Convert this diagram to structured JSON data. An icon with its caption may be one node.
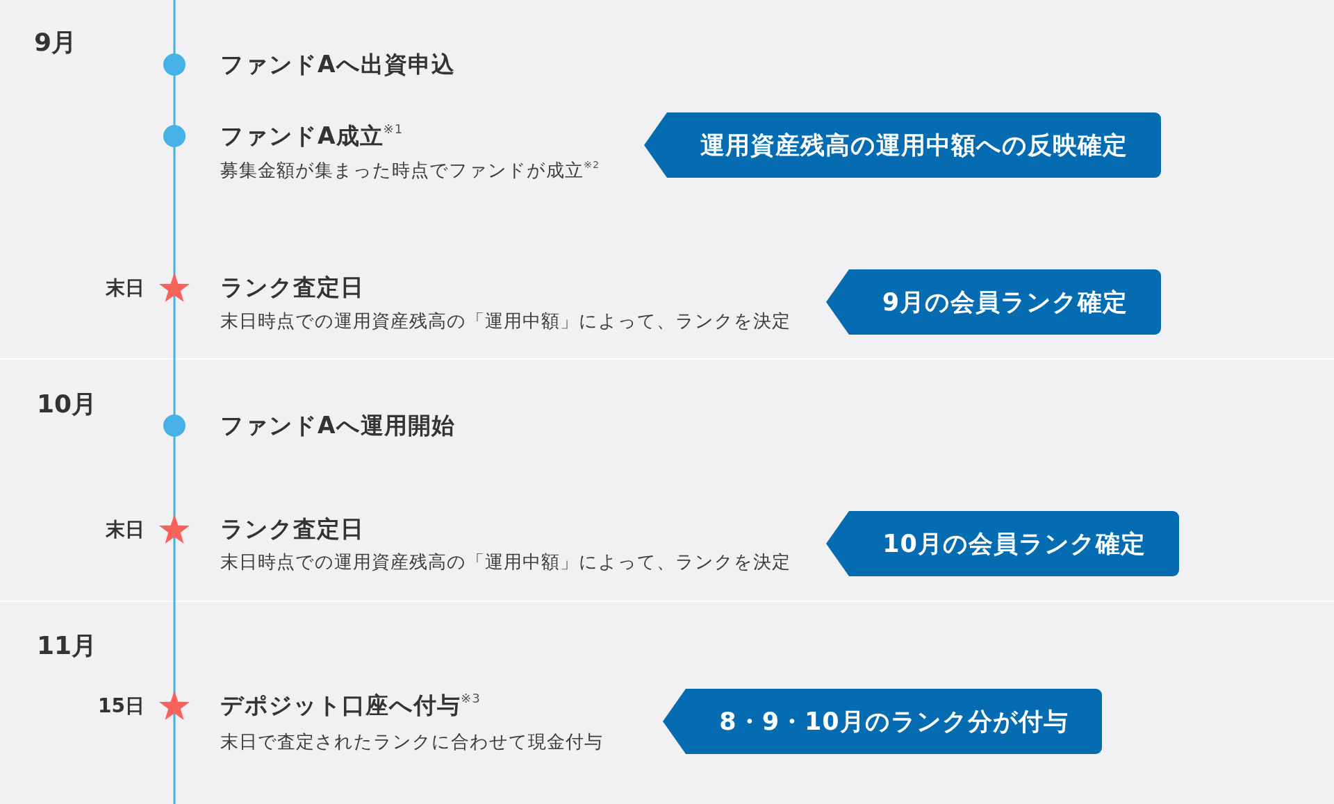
{
  "diagram": {
    "nodes": [
      {
        "text": [
          "9月"
        ]
      },
      {
        "text": [],
        "shape": "circle",
        "in": 0,
        "beside": [
          "ファンドAへ出資申込"
        ]
      },
      {
        "text": [],
        "shape": "circle",
        "in": 0,
        "beside": [
          "ファンドA成立$^{※1}$",
          "募集金額が集まった時点でファンドが成立$^{※2}$"
        ]
      },
      {
        "text": [
          "運用資産残高の運用中額への反映確定"
        ],
        "in": 0
      },
      {
        "text": [],
        "shape": "star",
        "in": 0,
        "beside": [
          "末日",
          "ランク査定日",
          "末日時点での運用資産残高の「運用中額」によって、ランクを決定"
        ]
      },
      {
        "text": [
          "9月の会員ランク確定"
        ],
        "in": 0
      },
      {
        "text": [
          "10月"
        ]
      },
      {
        "text": [],
        "shape": "circle",
        "in": 6,
        "beside": [
          "ファンドAへ運用開始"
        ]
      },
      {
        "text": [],
        "shape": "star",
        "in": 6,
        "beside": [
          "末日",
          "ランク査定日",
          "末日時点での運用資産残高の「運用中額」によって、ランクを決定"
        ]
      },
      {
        "text": [
          "10月の会員ランク確定"
        ],
        "in": 6
      },
      {
        "text": [
          "11月"
        ]
      },
      {
        "text": [],
        "shape": "star",
        "in": 10,
        "beside": [
          "15日",
          "デポジット口座へ付与$^{※3}$",
          "末日で査定されたランクに合わせて現金付与"
        ]
      },
      {
        "text": [
          "8・9・10月のランク分が付与"
        ],
        "in": 10
      }
    ]
  }
}
